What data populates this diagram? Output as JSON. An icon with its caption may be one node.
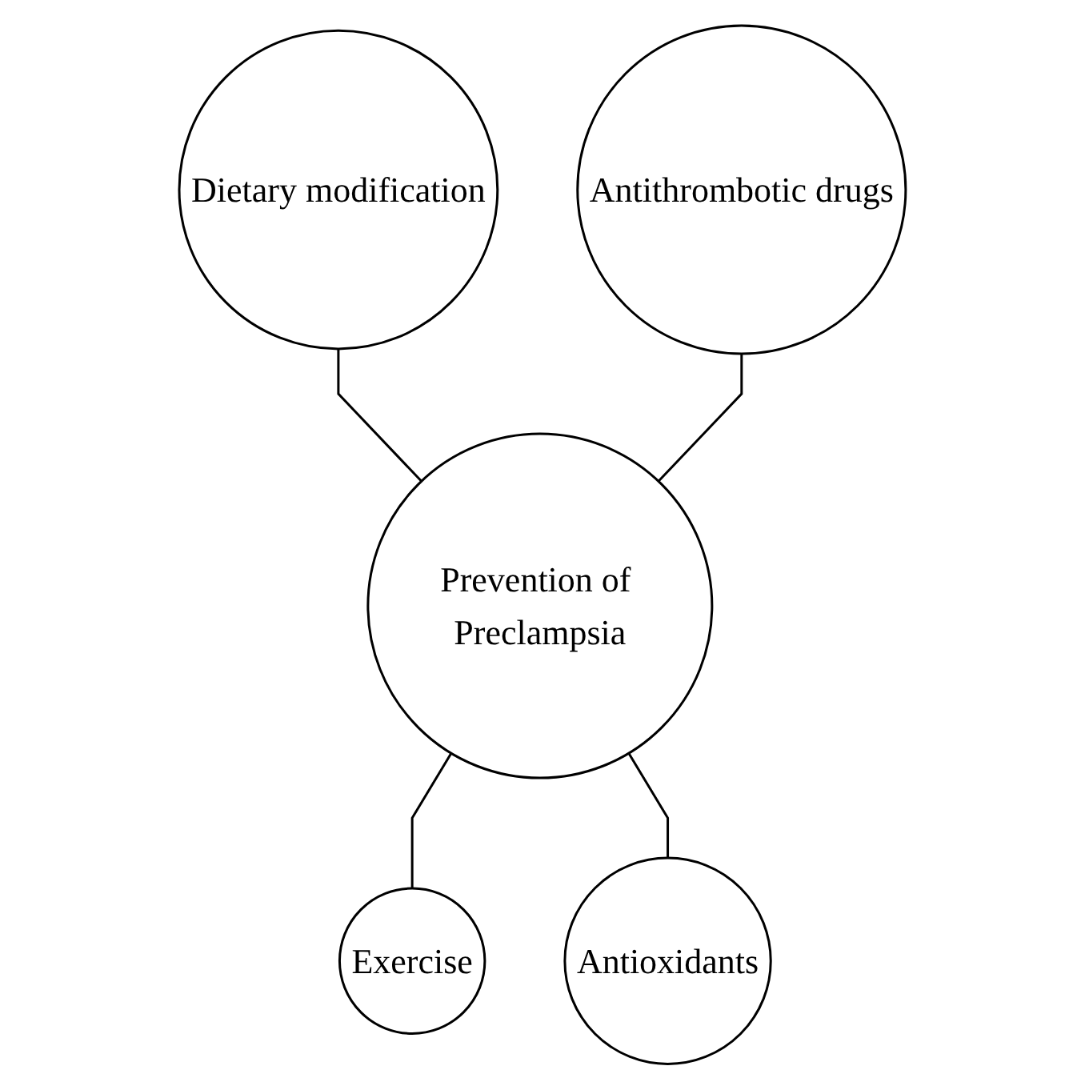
{
  "diagram": {
    "nodes": [
      {
        "text": [
          "Dietary modification"
        ]
      },
      {
        "text": [
          "Antithrombotic drugs"
        ]
      },
      {
        "text": [
          "Prevention of Preclampsia"
        ]
      },
      {
        "text": [
          "Exercise"
        ]
      },
      {
        "text": [
          "Antioxidants"
        ]
      }
    ],
    "edges": [
      {
        "from": 0,
        "to": 2,
        "arrow": "none"
      },
      {
        "from": 1,
        "to": 2,
        "arrow": "none"
      },
      {
        "from": 2,
        "to": 3,
        "arrow": "none"
      },
      {
        "from": 2,
        "to": 4,
        "arrow": "none"
      }
    ]
  }
}
